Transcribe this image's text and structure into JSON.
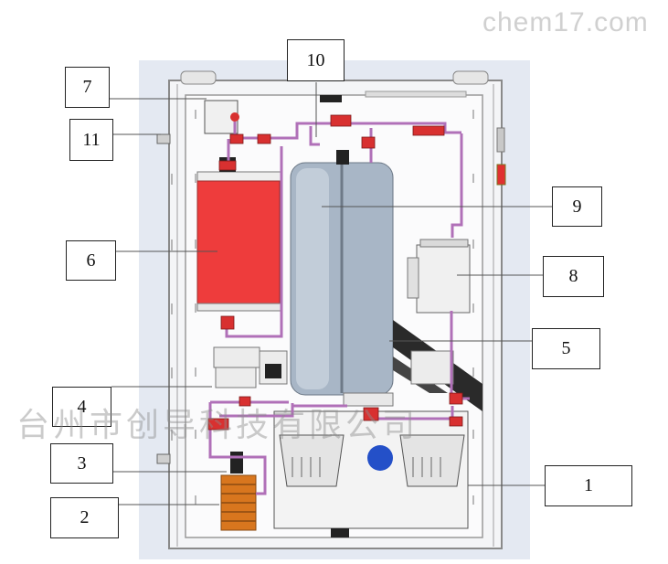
{
  "watermark_top": "chem17.com",
  "watermark_bottom": "台州市创导科技有限公司",
  "colors": {
    "tube": "#b070b8",
    "fitting": "#d83030",
    "component6": "#ee3c3c",
    "column": "#a8b6c6",
    "coil": "#d8761e",
    "frame": "#9a9a9a",
    "backdrop": "#e4e9f2"
  },
  "callouts": [
    {
      "id": "1",
      "label": "1"
    },
    {
      "id": "2",
      "label": "2"
    },
    {
      "id": "3",
      "label": "3"
    },
    {
      "id": "4",
      "label": "4"
    },
    {
      "id": "5",
      "label": "5"
    },
    {
      "id": "6",
      "label": "6"
    },
    {
      "id": "7",
      "label": "7"
    },
    {
      "id": "8",
      "label": "8"
    },
    {
      "id": "9",
      "label": "9"
    },
    {
      "id": "10",
      "label": "10"
    },
    {
      "id": "11",
      "label": "11"
    }
  ]
}
